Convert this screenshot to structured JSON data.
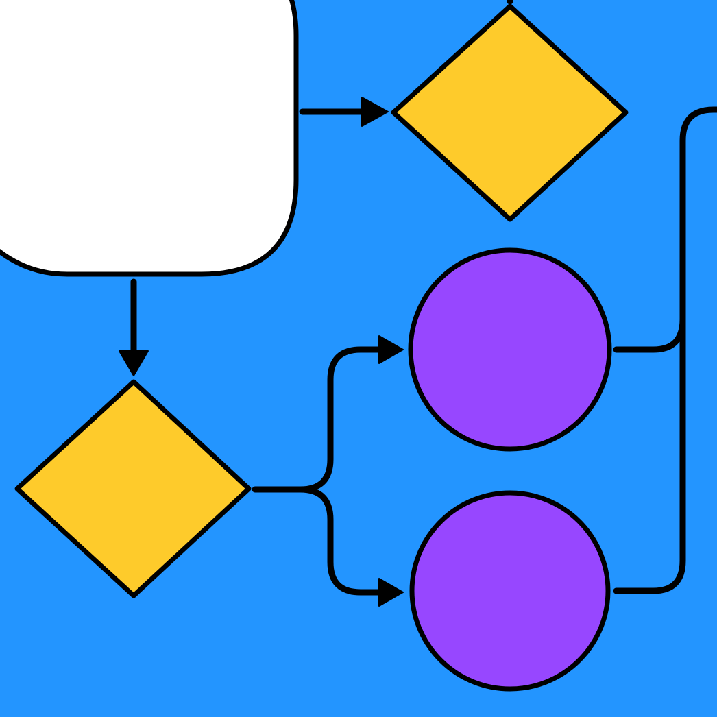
{
  "diagram": {
    "type": "flowchart",
    "colors": {
      "background": "#2395FF",
      "process_fill": "#FFFFFF",
      "decision_fill": "#FECB2B",
      "terminal_fill": "#9747FF",
      "stroke": "#000000"
    },
    "nodes": [
      {
        "id": "process-1",
        "shape": "rounded-rectangle",
        "label": ""
      },
      {
        "id": "decision-1",
        "shape": "diamond",
        "label": ""
      },
      {
        "id": "decision-2",
        "shape": "diamond",
        "label": ""
      },
      {
        "id": "terminal-1",
        "shape": "circle",
        "label": ""
      },
      {
        "id": "terminal-2",
        "shape": "circle",
        "label": ""
      }
    ],
    "edges": [
      {
        "from": "process-1",
        "to": "decision-1",
        "arrow": true
      },
      {
        "from": "process-1",
        "to": "decision-2",
        "arrow": true
      },
      {
        "from": "decision-2",
        "to": "terminal-1",
        "arrow": true
      },
      {
        "from": "decision-2",
        "to": "terminal-2",
        "arrow": true
      },
      {
        "from": "terminal-1",
        "to": "offscreen-right",
        "arrow": false
      },
      {
        "from": "terminal-2",
        "to": "offscreen-right",
        "arrow": false
      }
    ]
  }
}
